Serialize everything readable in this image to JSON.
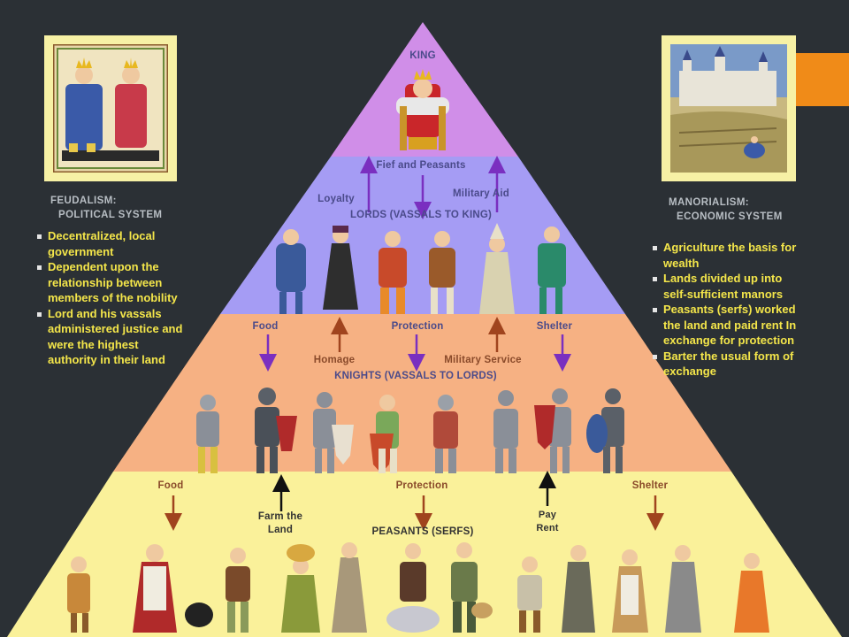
{
  "pyramid": {
    "king": "KING",
    "lords_tier": {
      "top_label": "Fief and Peasants",
      "left_label": "Loyalty",
      "right_label": "Military Aid",
      "title": "LORDS (VASSALS TO KING)"
    },
    "knights_tier": {
      "left_label": "Food",
      "center_label": "Protection",
      "right_label": "Shelter",
      "homage_label": "Homage",
      "service_label": "Military Service",
      "title": "KNIGHTS (VASSALS TO LORDS)"
    },
    "peasants_tier": {
      "left_label": "Food",
      "center_label": "Protection",
      "right_label": "Shelter",
      "farm_label_1": "Farm the",
      "farm_label_2": "Land",
      "pay_label_1": "Pay",
      "pay_label_2": "Rent",
      "title": "PEASANTS (SERFS)"
    }
  },
  "feudalism": {
    "caption_line1": "FEUDALISM:",
    "caption_line2": "POLITICAL SYSTEM",
    "bullets": [
      "Decentralized, local government",
      "Dependent upon the relationship between members of the nobility",
      "Lord and his vassals administered justice and were the highest authority in their land"
    ]
  },
  "manorialism": {
    "caption_line1": "MANORIALISM:",
    "caption_line2": "ECONOMIC SYSTEM",
    "bullets": [
      "Agriculture the basis for wealth",
      "Lands divided up into self-sufficient manors",
      "Peasants (serfs) worked the land and paid rent In exchange for protection",
      "Barter the usual form of exchange"
    ]
  },
  "colors": {
    "background": "#2b3035",
    "king_tier": "#d08ee8",
    "lords_tier": "#a59cf4",
    "knights_tier": "#f6b183",
    "peasants_tier": "#faf19a",
    "bullet_text": "#f4e64a",
    "accent": "#f08b18"
  }
}
